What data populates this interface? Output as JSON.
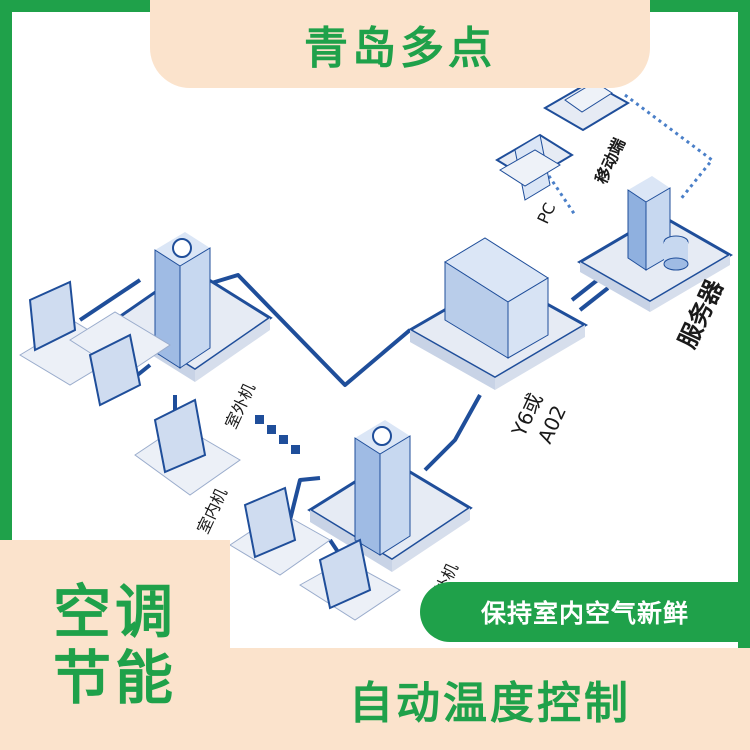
{
  "banner": {
    "title": "青岛多点"
  },
  "left_box": {
    "line1": "空调",
    "line2": "节能"
  },
  "features": {
    "fresh_air": "保持室内空气新鲜",
    "auto_temp": "自动温度控制"
  },
  "diagram": {
    "label_pc": "PC",
    "label_mobile": "移动端",
    "label_server": "服务器",
    "label_controller_1": "Y6或",
    "label_controller_2": "A02",
    "label_outdoor_1": "室外机",
    "label_outdoor_2": "室外机",
    "label_indoor": "室内机"
  },
  "colors": {
    "brand_green": "#1fa14a",
    "peach": "#fbe3cc",
    "line_blue": "#1f4e9a",
    "device_blue": "#b9cdea"
  }
}
